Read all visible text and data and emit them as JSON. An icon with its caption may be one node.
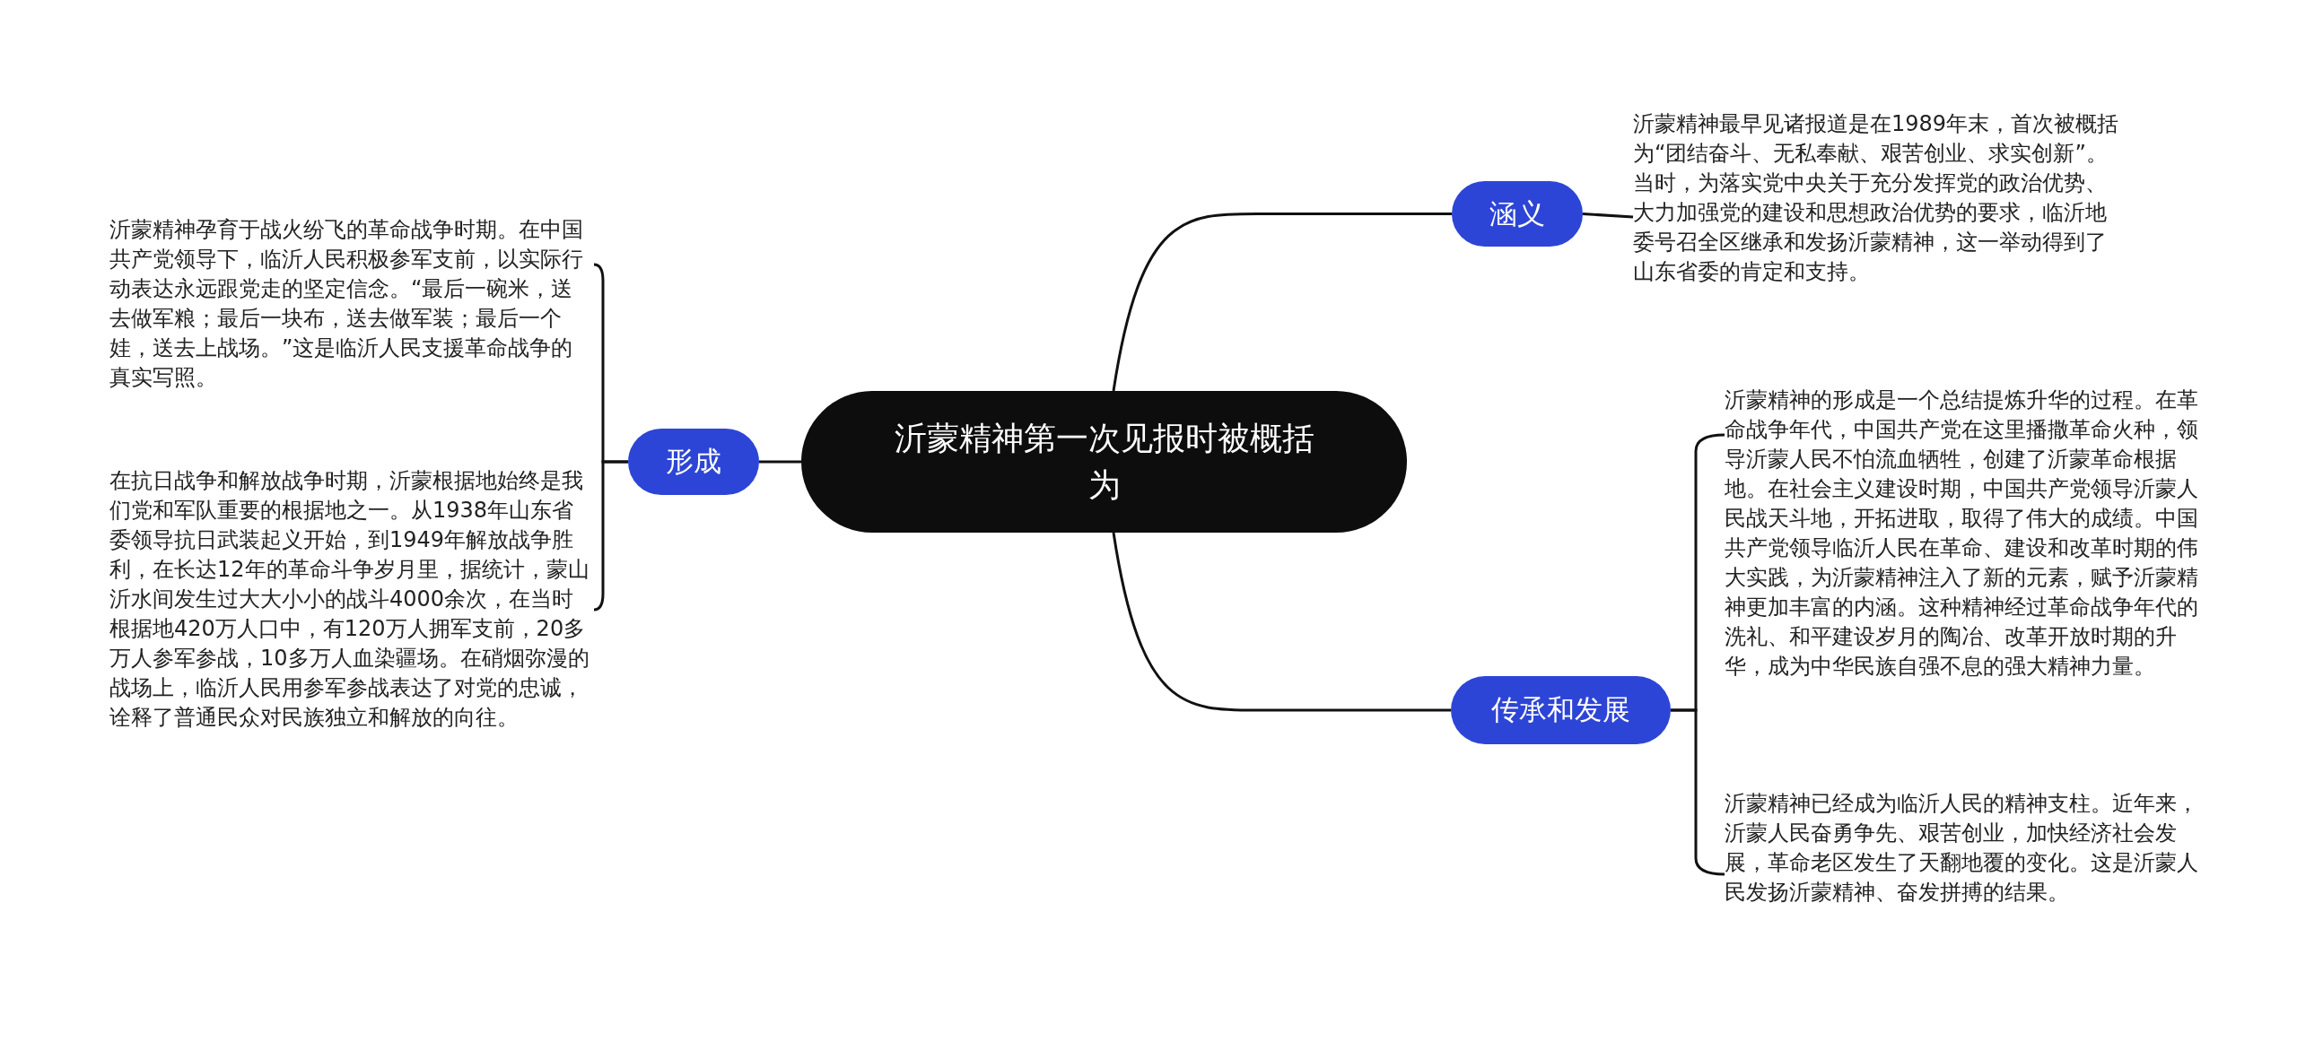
{
  "diagram": {
    "nodes": [
      {
        "text": [
          "沂蒙精神第一次见报时被概括为"
        ]
      },
      {
        "text": [
          "涵义"
        ]
      },
      {
        "text": [
          "沂蒙精神最早见诸报道是在1989年末，首次被概括为“团结奋斗、无私奉献、艰苦创业、求实创新”。当时，为落实党中央关于充分发挥党的政治优势、大力加强党的建设和思想政治优势的要求，临沂地委号召全区继承和发扬沂蒙精神，这一举动得到了山东省委的肯定和支持。"
        ]
      },
      {
        "text": [
          "形成"
        ]
      },
      {
        "text": [
          "沂蒙精神孕育于战火纷飞的革命战争时期。在中国共产党领导下，临沂人民积极参军支前，以实际行动表达永远跟党走的坚定信念。“最后一碗米，送去做军粮；最后一块布，送去做军装；最后一个娃，送去上战场。”这是临沂人民支援革命战争的真实写照。"
        ]
      },
      {
        "text": [
          "在抗日战争和解放战争时期，沂蒙根据地始终是我们党和军队重要的根据地之一。从1938年山东省委领导抗日武装起义开始，到1949年解放战争胜利，在长达12年的革命斗争岁月里，据统计，蒙山沂水间发生过大大小小的战斗4000余次，在当时根据地420万人口中，有120万人拥军支前，20多万人参军参战，10多万人血染疆场。在硝烟弥漫的战场上，临沂人民用参军参战表达了对党的忠诚，诠释了普通民众对民族独立和解放的向往。"
        ]
      },
      {
        "text": [
          "传承和发展"
        ]
      },
      {
        "text": [
          "沂蒙精神的形成是一个总结提炼升华的过程。在革命战争年代，中国共产党在这里播撒革命火种，领导沂蒙人民不怕流血牺牲，创建了沂蒙革命根据地。在社会主义建设时期，中国共产党领导沂蒙人民战天斗地，开拓进取，取得了伟大的成绩。中国共产党领导临沂人民在革命、建设和改革时期的伟大实践，为沂蒙精神注入了新的元素，赋予沂蒙精神更加丰富的内涵。这种精神经过革命战争年代的洗礼、和平建设岁月的陶冶、改革开放时期的升华，成为中华民族自强不息的强大精神力量。"
        ]
      },
      {
        "text": [
          "沂蒙精神已经成为临沂人民的精神支柱。近年来，沂蒙人民奋勇争先、艰苦创业，加快经济社会发展，革命老区发生了天翻地覆的变化。这是沂蒙人民发扬沂蒙精神、奋发拼搏的结果。"
        ]
      }
    ],
    "edges": [
      {
        "from": 0,
        "to": 1,
        "arrow": "none"
      },
      {
        "from": 1,
        "to": 2,
        "arrow": "none"
      },
      {
        "from": 0,
        "to": 3,
        "arrow": "none"
      },
      {
        "from": 3,
        "to": 4,
        "arrow": "none"
      },
      {
        "from": 3,
        "to": 5,
        "arrow": "none"
      },
      {
        "from": 0,
        "to": 6,
        "arrow": "none"
      },
      {
        "from": 6,
        "to": 7,
        "arrow": "none"
      },
      {
        "from": 6,
        "to": 8,
        "arrow": "none"
      }
    ]
  }
}
